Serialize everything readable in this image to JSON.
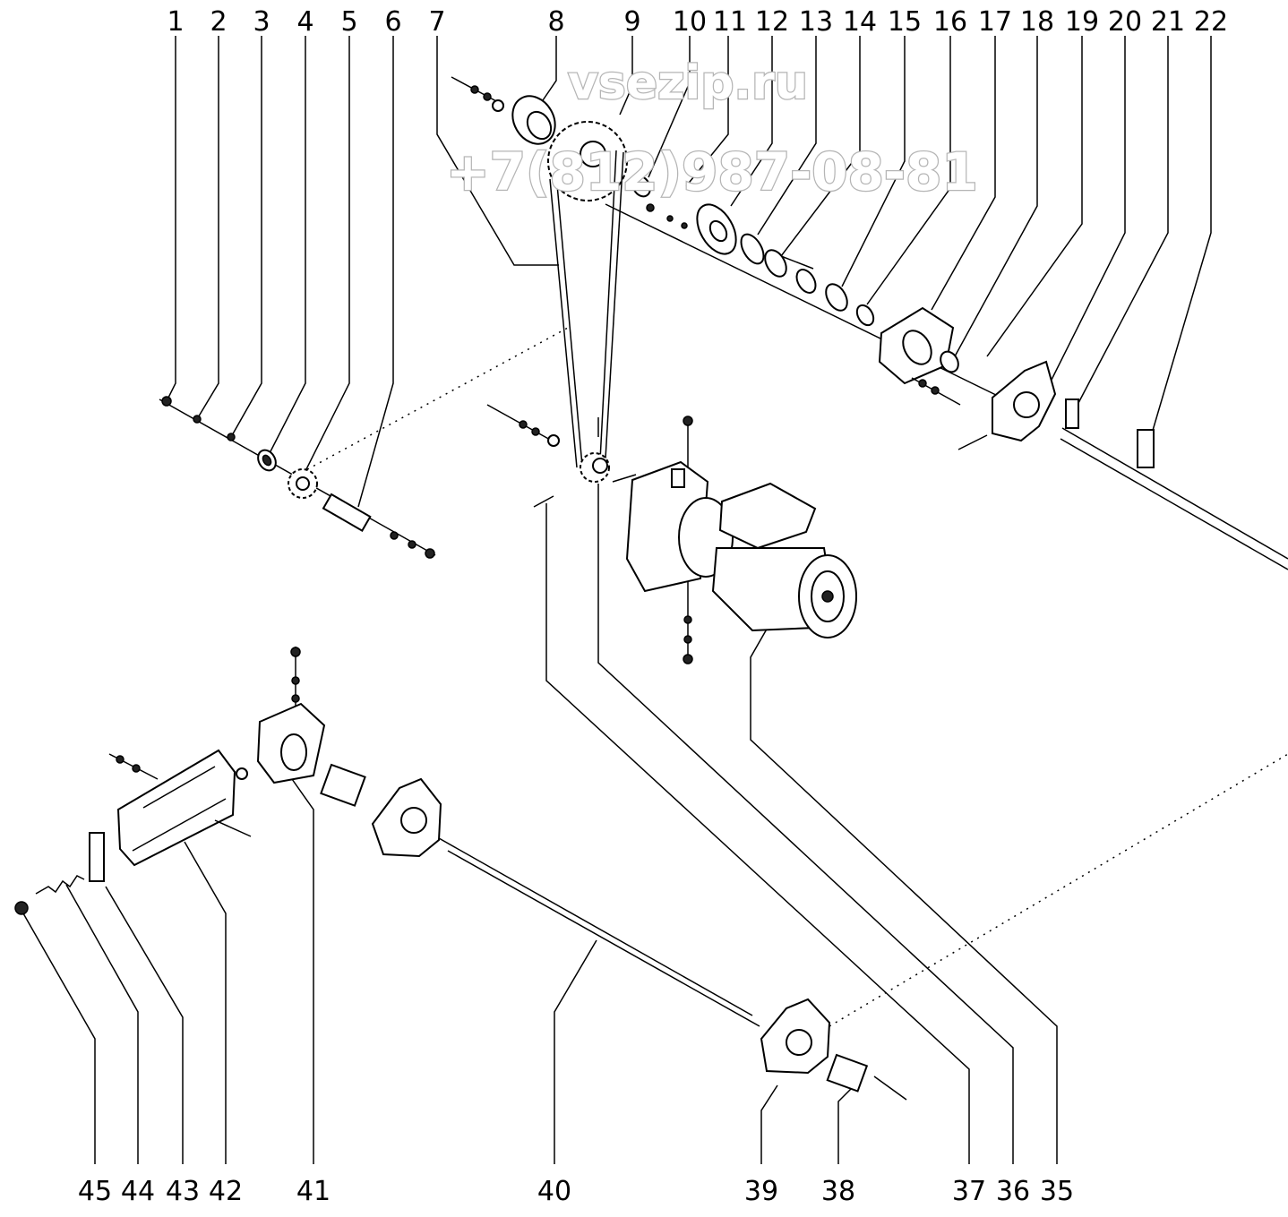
{
  "watermark": {
    "site": "vsezip.ru",
    "phone": "+7(812)987-08-81"
  },
  "callouts_top": [
    "1",
    "2",
    "3",
    "4",
    "5",
    "6",
    "7",
    "8",
    "9",
    "10",
    "11",
    "12",
    "13",
    "14",
    "15",
    "16",
    "17",
    "18",
    "19",
    "20",
    "21",
    "22"
  ],
  "callouts_bottom": [
    "45",
    "44",
    "43",
    "42",
    "41",
    "40",
    "39",
    "38",
    "37",
    "36",
    "35"
  ],
  "colors": {
    "line": "#000000",
    "watermark_outline": "#b5b5b5",
    "background": "#ffffff"
  }
}
